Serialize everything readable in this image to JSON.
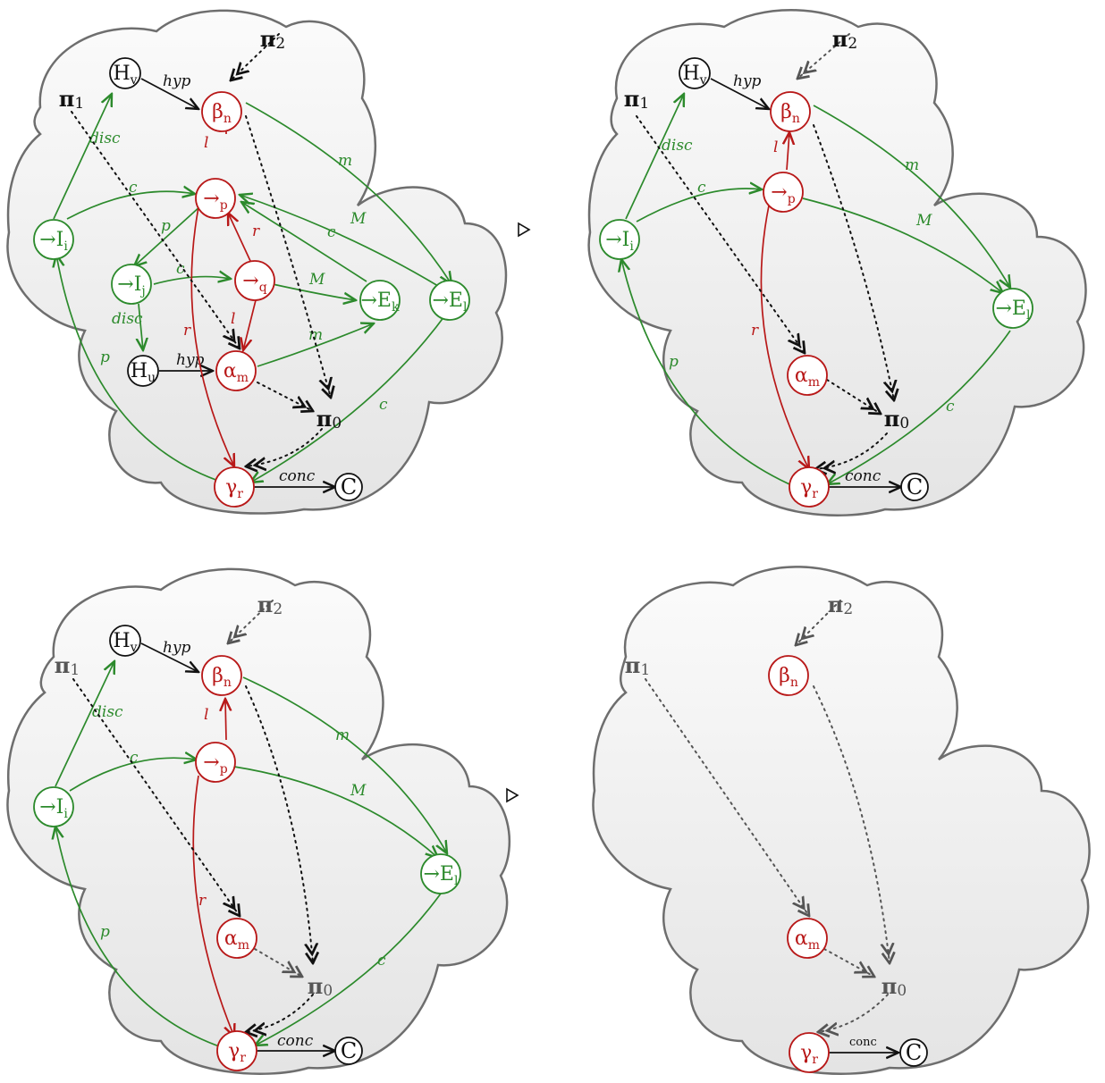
{
  "nodes": {
    "Hv": "Hv",
    "Hu": "Hu",
    "betan": "βn",
    "Ii": "→Ii",
    "Ij": "→Ij",
    "p_node": "→p",
    "q_node": "→q",
    "Ek": "→Ek",
    "El": "→El",
    "alpham": "αm",
    "gammar": "γr",
    "C": "C",
    "pi1": "π1",
    "pi2": "π2",
    "pi0": "π0"
  },
  "edge_labels": {
    "hyp": "hyp",
    "disc": "disc",
    "c": "c",
    "m": "m",
    "M": "M",
    "l": "l",
    "r": "r",
    "p": "p",
    "conc": "conc"
  },
  "separator": "▷"
}
